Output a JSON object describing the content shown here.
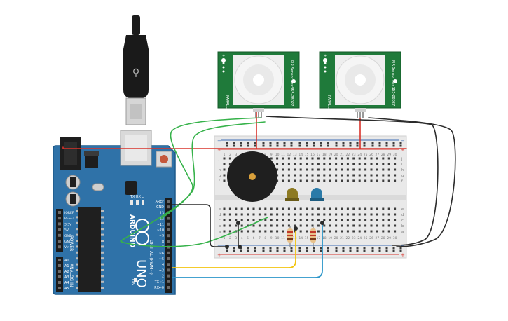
{
  "colors": {
    "arduino_board": "#2f72a8",
    "arduino_edge": "#1f5a8a",
    "pcb_green": "#1f7a3a",
    "breadboard": "#e9e9e9",
    "rail_red": "#d8332b",
    "rail_blue": "#3a6ab5",
    "wire_green": "#36b24a",
    "wire_black": "#2b2b2b",
    "wire_red": "#d8332b",
    "wire_yellow": "#f2c40f",
    "wire_blue": "#2a95c9",
    "led_yellow": "#8d7a22",
    "led_blue": "#2a7aa8",
    "buzzer": "#1f1f1f"
  },
  "arduino": {
    "brand": "ARDUINO",
    "model": "UNO",
    "digital_label": "DIGITAL (PWM~)",
    "power_label": "POWER",
    "analog_label": "ANALOG IN",
    "tx_label": "TX",
    "rx_label": "RX",
    "l_label": "L",
    "on_label": "ON",
    "power_pins": [
      "IOREF",
      "RESET",
      "3.3V",
      "5V",
      "GND",
      "GND",
      "Vin"
    ],
    "analog_pins": [
      "A0",
      "A1",
      "A2",
      "A3",
      "A4",
      "A5"
    ],
    "digital_pins": [
      "AREF",
      "GND",
      "13",
      "12",
      "~11",
      "~10",
      "~9",
      "8",
      "7",
      "~6",
      "~5",
      "4",
      "~3",
      "2",
      "TX→1",
      "RX←0"
    ]
  },
  "pir_sensors": [
    {
      "side_label": "PIR Sensor\nRev B",
      "part_number": "555-28027",
      "brand": "PARALLAX",
      "pins": [
        "+",
        "−",
        "OUT"
      ]
    },
    {
      "side_label": "PIR Sensor\nRev B",
      "part_number": "555-28027",
      "brand": "PARALLAX",
      "pins": [
        "+",
        "−",
        "OUT"
      ]
    }
  ],
  "breadboard": {
    "column_numbers": [
      "1",
      "2",
      "3",
      "4",
      "5",
      "6",
      "7",
      "8",
      "9",
      "10",
      "11",
      "12",
      "13",
      "14",
      "15",
      "16",
      "17",
      "18",
      "19",
      "20",
      "21",
      "22",
      "23",
      "24",
      "25",
      "26",
      "27",
      "28",
      "29",
      "30"
    ],
    "row_letters_top": [
      "j",
      "i",
      "h",
      "g",
      "f"
    ],
    "row_letters_bottom": [
      "e",
      "d",
      "c",
      "b",
      "a"
    ],
    "rail_plus": "+",
    "rail_minus": "−"
  }
}
